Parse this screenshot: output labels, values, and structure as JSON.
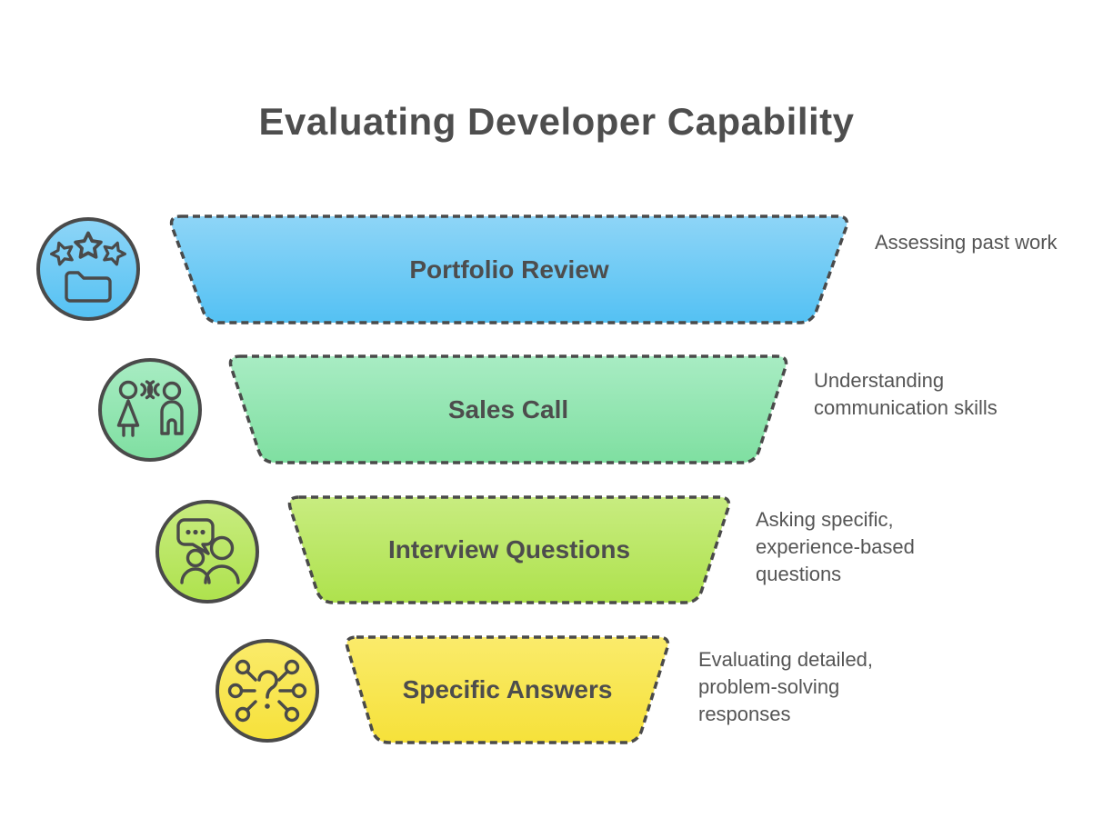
{
  "page": {
    "title": "Evaluating Developer Capability",
    "background": "#ffffff"
  },
  "funnel": {
    "border_color": "#4a4a4a",
    "title_color": "#4e4e4e",
    "label_color": "#4d4d4d",
    "note_color": "#555555",
    "stages": [
      {
        "label": "Portfolio Review",
        "note": "Assessing past work",
        "icon": "stars-and-folder-icon",
        "color_top": "#8ed5f7",
        "color_bottom": "#54c1f3"
      },
      {
        "label": "Sales Call",
        "note": "Understanding communication skills",
        "icon": "two-people-talking-icon",
        "color_top": "#a8ecc3",
        "color_bottom": "#7fdfa1"
      },
      {
        "label": "Interview Questions",
        "note": "Asking specific, experience-based questions",
        "icon": "speech-bubble-people-icon",
        "color_top": "#c8ec80",
        "color_bottom": "#aee24d"
      },
      {
        "label": "Specific Answers",
        "note": "Evaluating detailed, problem-solving responses",
        "icon": "question-network-icon",
        "color_top": "#faeb6b",
        "color_bottom": "#f6e13a"
      }
    ]
  }
}
